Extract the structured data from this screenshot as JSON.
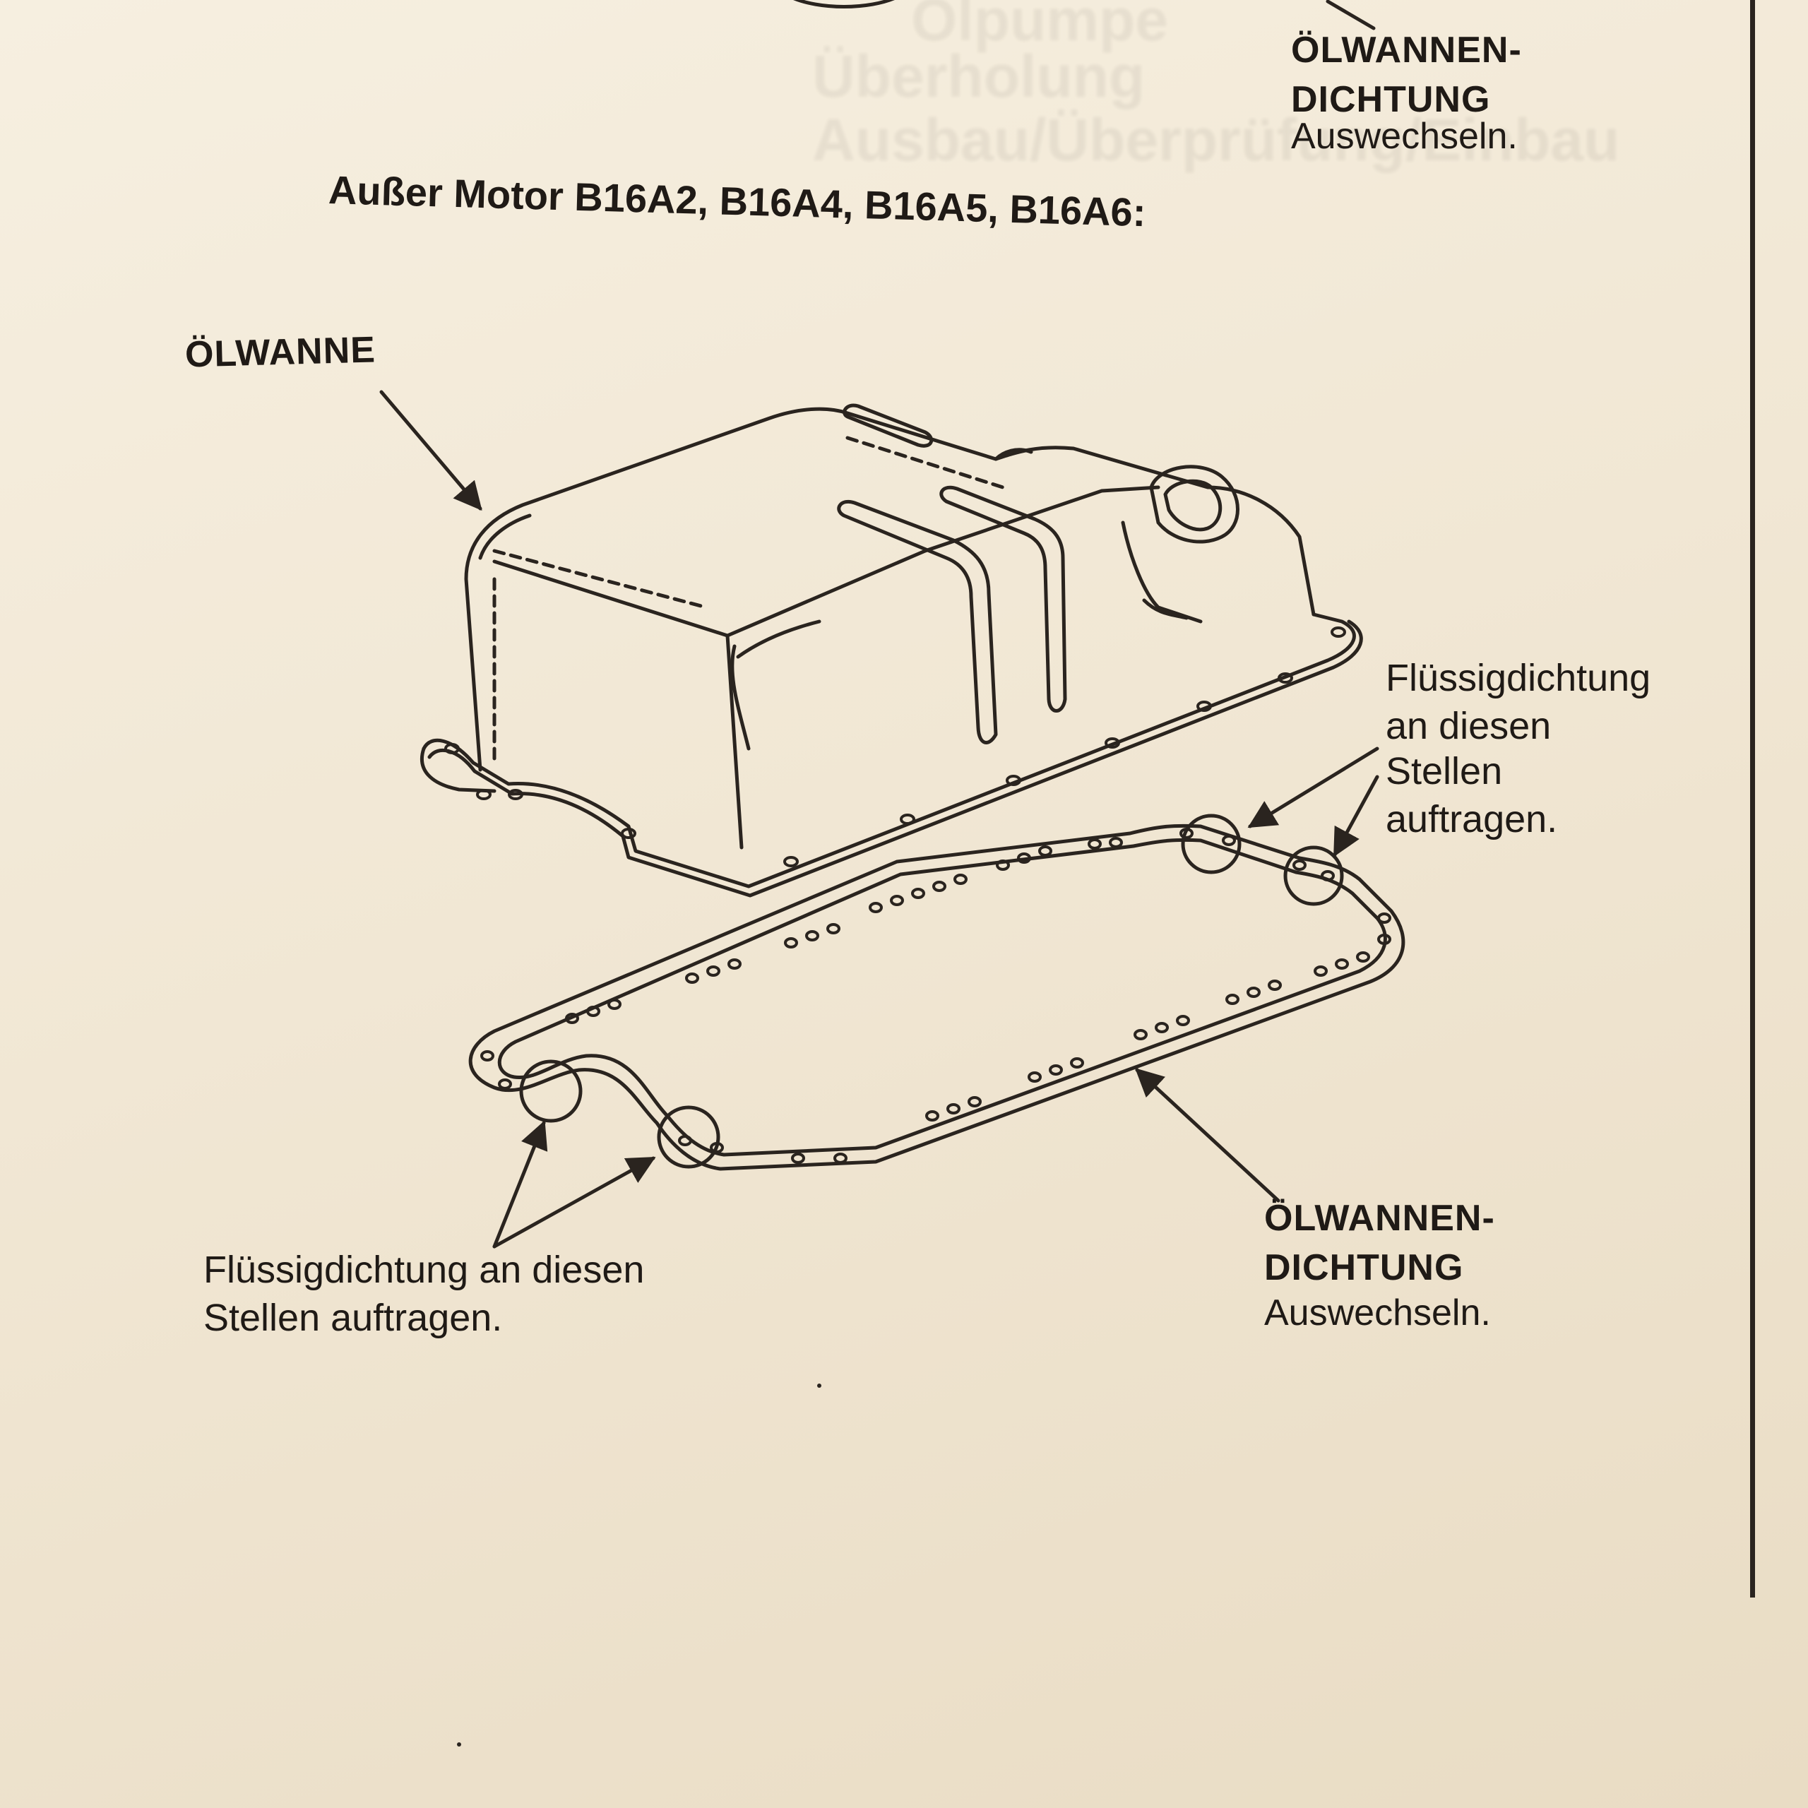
{
  "heading": "Außer Motor B16A2, B16A4, B16A5, B16A6:",
  "top_label": {
    "title_line1": "ÖLWANNEN-",
    "title_line2": "DICHTUNG",
    "sub": "Auswechseln."
  },
  "ghost_text": [
    "Ölpumpe",
    "Überholung",
    "Ausbau/Überprüfung/Einbau"
  ],
  "labels": {
    "oil_pan": "ÖLWANNE",
    "sealant_right": [
      "Flüssigdichtung",
      "an diesen",
      "Stellen",
      "auftragen."
    ],
    "sealant_left": [
      "Flüssigdichtung an diesen",
      "Stellen auftragen."
    ],
    "gasket_title_line1": "ÖLWANNEN-",
    "gasket_title_line2": "DICHTUNG",
    "gasket_sub": "Auswechseln."
  }
}
